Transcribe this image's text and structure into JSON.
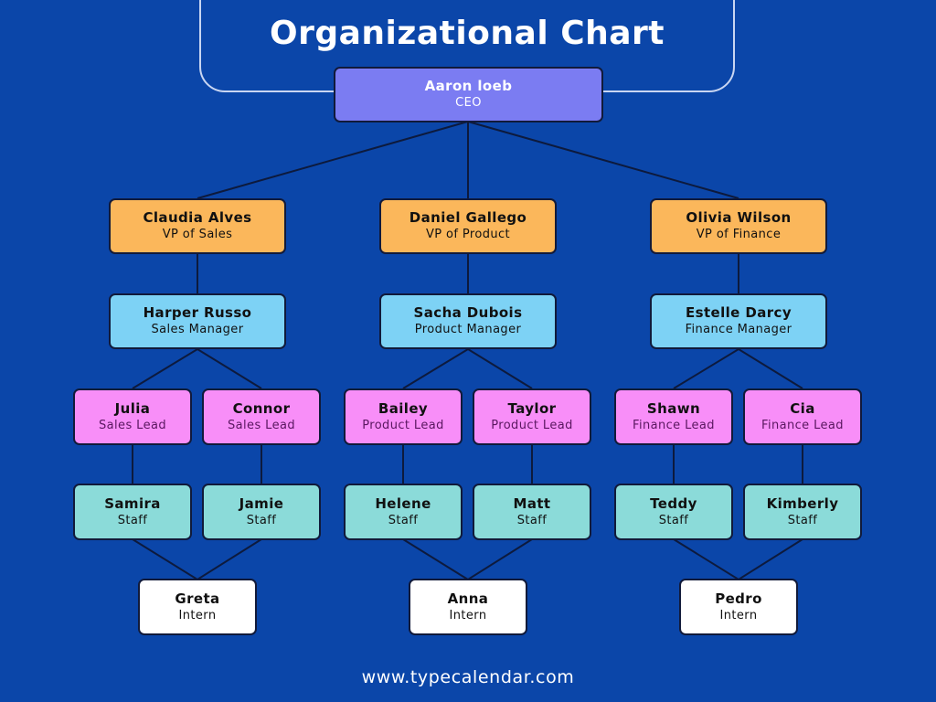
{
  "title": "Organizational Chart",
  "footer": "www.typecalendar.com",
  "nodes": {
    "ceo": {
      "name": "Aaron loeb",
      "role": "CEO"
    },
    "vp_sales": {
      "name": "Claudia Alves",
      "role": "VP of Sales"
    },
    "vp_product": {
      "name": "Daniel Gallego",
      "role": "VP of Product"
    },
    "vp_finance": {
      "name": "Olivia Wilson",
      "role": "VP of Finance"
    },
    "mgr_sales": {
      "name": "Harper Russo",
      "role": "Sales Manager"
    },
    "mgr_product": {
      "name": "Sacha Dubois",
      "role": "Product Manager"
    },
    "mgr_finance": {
      "name": "Estelle Darcy",
      "role": "Finance Manager"
    },
    "lead_julia": {
      "name": "Julia",
      "role": "Sales Lead"
    },
    "lead_connor": {
      "name": "Connor",
      "role": "Sales Lead"
    },
    "lead_bailey": {
      "name": "Bailey",
      "role": "Product Lead"
    },
    "lead_taylor": {
      "name": "Taylor",
      "role": "Product Lead"
    },
    "lead_shawn": {
      "name": "Shawn",
      "role": "Finance Lead"
    },
    "lead_cia": {
      "name": "Cia",
      "role": "Finance Lead"
    },
    "staff_samira": {
      "name": "Samira",
      "role": "Staff"
    },
    "staff_jamie": {
      "name": "Jamie",
      "role": "Staff"
    },
    "staff_helene": {
      "name": "Helene",
      "role": "Staff"
    },
    "staff_matt": {
      "name": "Matt",
      "role": "Staff"
    },
    "staff_teddy": {
      "name": "Teddy",
      "role": "Staff"
    },
    "staff_kimberly": {
      "name": "Kimberly",
      "role": "Staff"
    },
    "intern_greta": {
      "name": "Greta",
      "role": "Intern"
    },
    "intern_anna": {
      "name": "Anna",
      "role": "Intern"
    },
    "intern_pedro": {
      "name": "Pedro",
      "role": "Intern"
    }
  },
  "colors": {
    "background": "#0b46a9",
    "ceo": "#7b7cf2",
    "vp": "#fbb75b",
    "manager": "#7dd2f5",
    "lead": "#f88ef8",
    "staff": "#8bdbd9",
    "intern": "#ffffff"
  }
}
